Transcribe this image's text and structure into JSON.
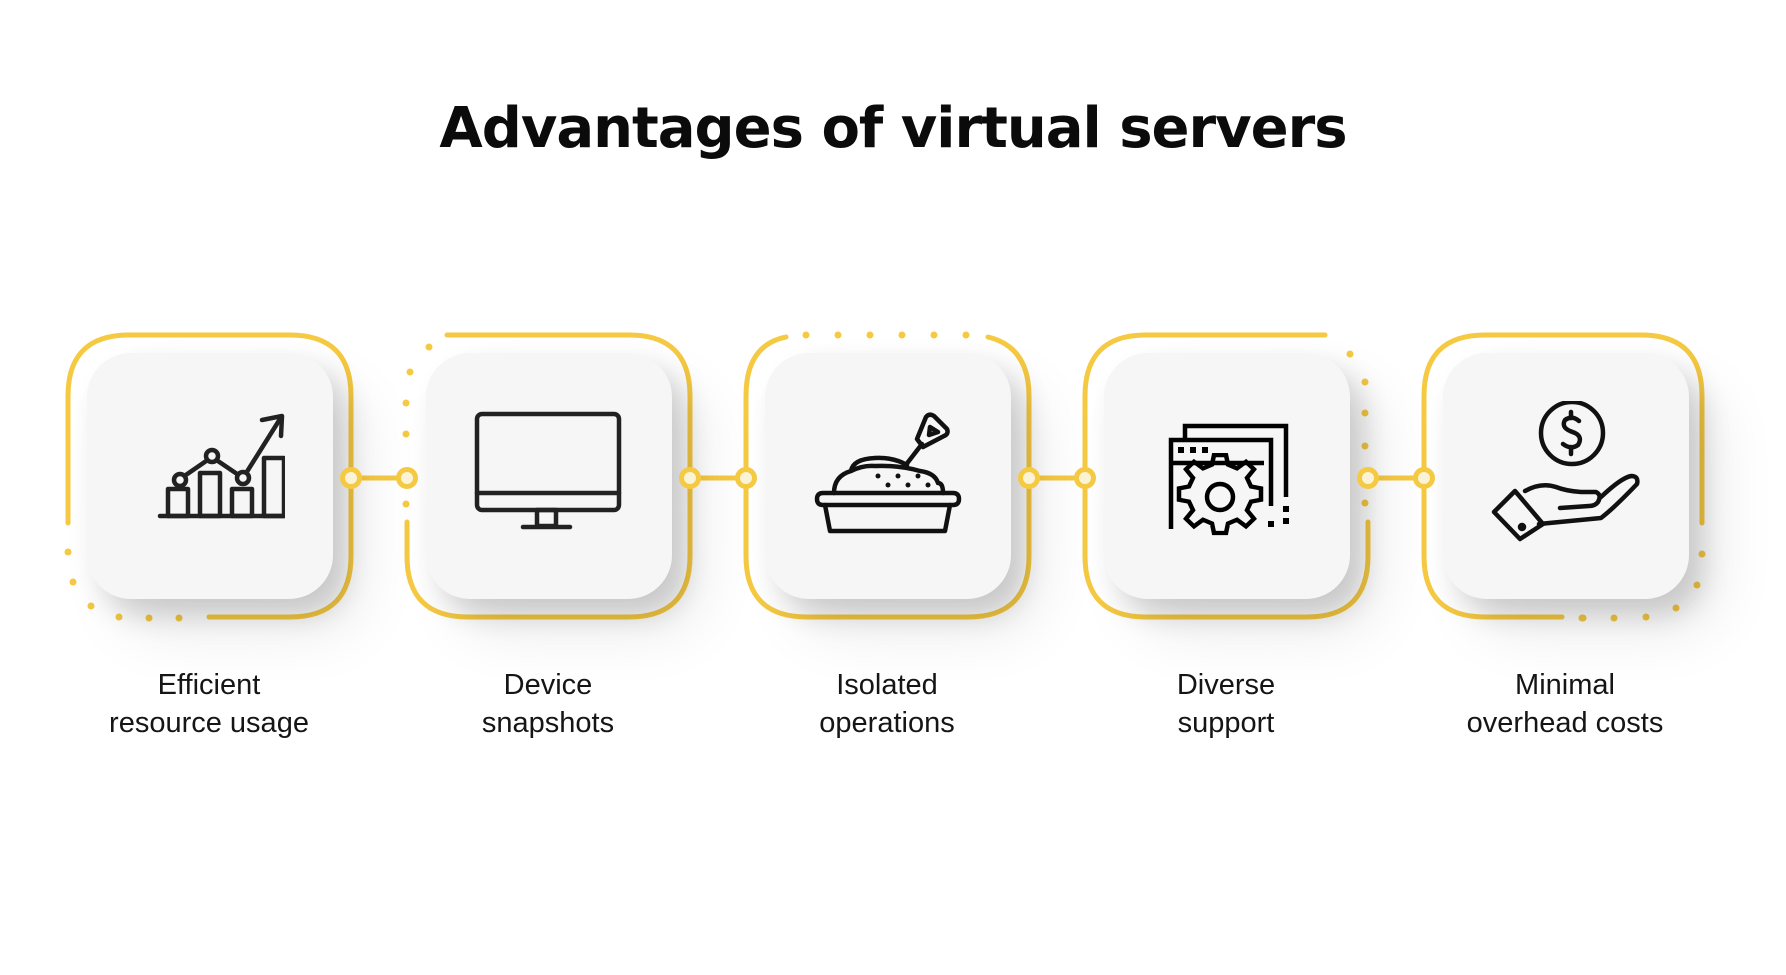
{
  "title": "Advantages of virtual servers",
  "accent_color": "#F5C942",
  "items": [
    {
      "icon": "growth-chart-icon",
      "label_line1": "Efficient",
      "label_line2": "resource usage"
    },
    {
      "icon": "monitor-icon",
      "label_line1": "Device",
      "label_line2": "snapshots"
    },
    {
      "icon": "sandbox-icon",
      "label_line1": "Isolated",
      "label_line2": "operations"
    },
    {
      "icon": "window-gear-icon",
      "label_line1": "Diverse",
      "label_line2": "support"
    },
    {
      "icon": "hand-coin-icon",
      "label_line1": "Minimal",
      "label_line2": "overhead costs"
    }
  ]
}
